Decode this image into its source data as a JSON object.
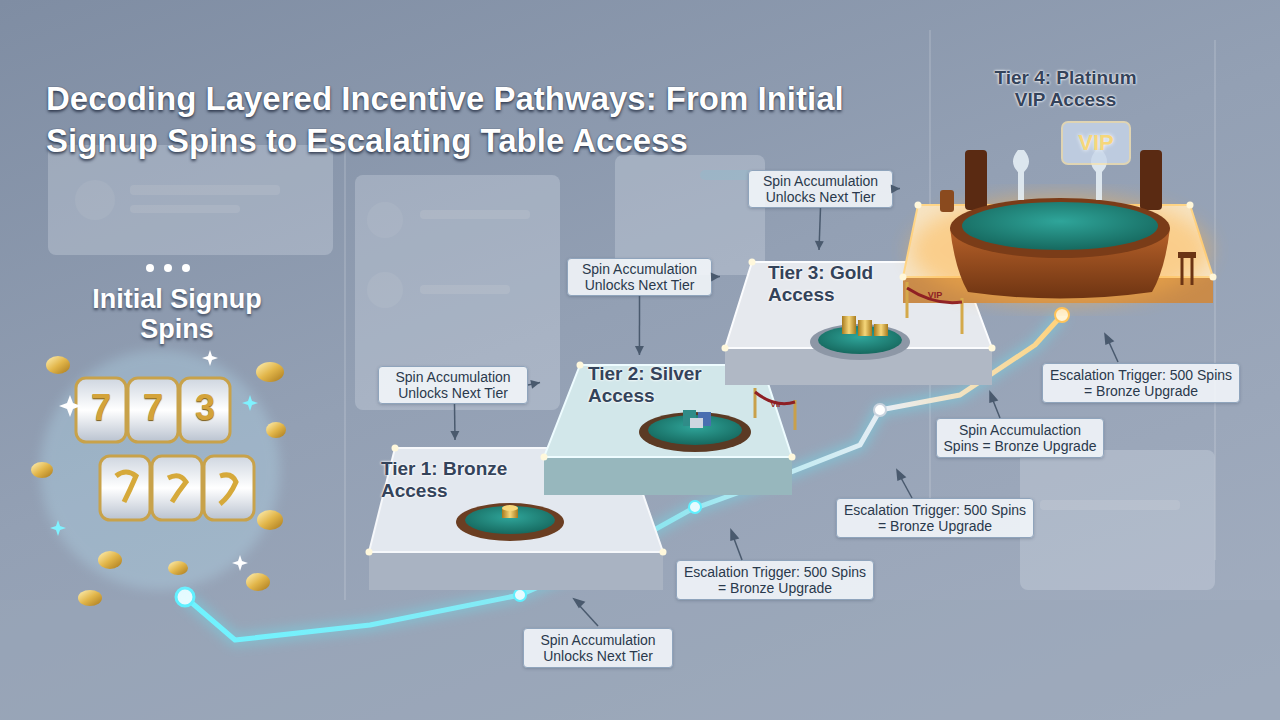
{
  "diagram": {
    "title": "Decoding Layered Incentive Pathways: From Initial Signup Spins to Escalating Table Access",
    "nodes": [
      {
        "text": [
          "Tier 1: Bronze Access"
        ]
      },
      {
        "text": [
          "Tier 2: Silver Access"
        ]
      },
      {
        "text": [
          "Tier 3: Gold Access"
        ]
      },
      {
        "text": [
          "Tier 4: Platinum VIP Access"
        ]
      },
      {
        "text": [
          "Spin Accumulation Unlocks Next Tier"
        ]
      },
      {
        "text": [
          "Spin Accumulation Unlocks Next Tier"
        ]
      },
      {
        "text": [
          "Spin Accumulation Unlocks Next Tier"
        ]
      },
      {
        "text": [
          "Spin Accumulation Unlocks Next Tier"
        ]
      },
      {
        "text": [
          "Escalation Trigger: 500 Spins = Bronze Upgrade"
        ]
      },
      {
        "text": [
          "Escalation Trigger: 500 Spins = Bronze Upgrade"
        ]
      },
      {
        "text": [
          "Spin Accumulaction Spins = Bronze Upgrade"
        ]
      },
      {
        "text": [
          "Escalation Trigger: 500 Spins = Bronze Upgrade"
        ]
      }
    ],
    "edges": [
      {
        "from": 4,
        "to": 1,
        "arrow": "to"
      },
      {
        "from": 4,
        "to": 0,
        "arrow": "to"
      },
      {
        "from": 5,
        "to": 2,
        "arrow": "to"
      },
      {
        "from": 5,
        "to": 1,
        "arrow": "to"
      },
      {
        "from": 6,
        "to": 3,
        "arrow": "to"
      },
      {
        "from": 6,
        "to": 2,
        "arrow": "to"
      }
    ],
    "labels": [
      "Initial Signup Spins",
      "7",
      "7",
      "3",
      "VIP",
      "VIP",
      "VIP"
    ]
  }
}
